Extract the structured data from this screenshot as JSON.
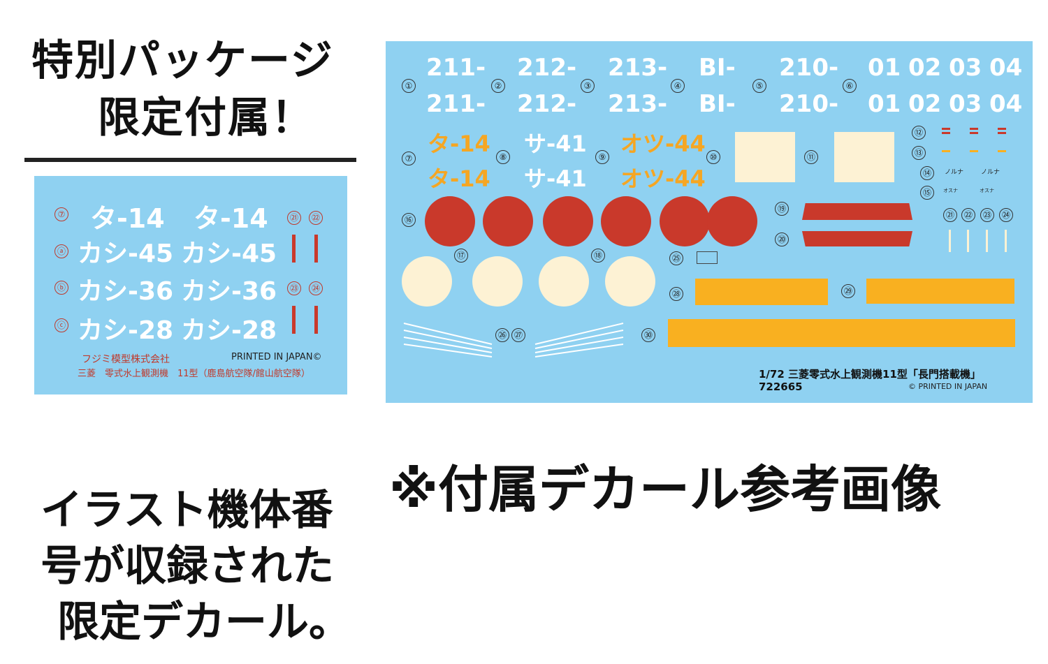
{
  "headline": {
    "line1": "特別パッケージ",
    "line2": "限定付属！"
  },
  "left_caption": {
    "line1": "イラスト機体番",
    "line2": "号が収録された",
    "line3": "限定デカール。"
  },
  "reference_note": "※付属デカール参考画像",
  "small_sheet": {
    "markers": {
      "m7": "⑦",
      "ma": "ⓐ",
      "mb": "ⓑ",
      "mc": "ⓒ",
      "m21": "㉑",
      "m22": "㉒",
      "m23": "㉓",
      "m24": "㉔"
    },
    "rows": [
      {
        "left": "タ-14",
        "right": "タ-14"
      },
      {
        "left": "カシ-45",
        "right": "カシ-45"
      },
      {
        "left": "カシ-36",
        "right": "カシ-36"
      },
      {
        "left": "カシ-28",
        "right": "カシ-28"
      }
    ],
    "maker": "フジミ模型株式会社",
    "printed": "PRINTED IN JAPAN©",
    "product": "三菱　零式水上観測機　11型（鹿島航空隊/館山航空隊）"
  },
  "big_sheet": {
    "markers": {
      "m1": "①",
      "m2": "②",
      "m3": "③",
      "m4": "④",
      "m5": "⑤",
      "m6": "⑥",
      "m7": "⑦",
      "m8": "⑧",
      "m9": "⑨",
      "m10": "⑩",
      "m11": "⑪",
      "m12": "⑫",
      "m13": "⑬",
      "m14": "⑭",
      "m15": "⑮",
      "m16": "⑯",
      "m17": "⑰",
      "m18": "⑱",
      "m19": "⑲",
      "m20": "⑳",
      "m21": "㉑",
      "m22": "㉒",
      "m23": "㉓",
      "m24": "㉔",
      "m25": "㉕",
      "m26": "㉖",
      "m27": "㉗",
      "m28": "㉘",
      "m29": "㉙",
      "m30": "㉚"
    },
    "codes": [
      "211-",
      "212-",
      "213-",
      "BI-",
      "210-"
    ],
    "numbers": [
      "01",
      "02",
      "03",
      "04"
    ],
    "yellow": [
      "タ-14",
      "オツ-44"
    ],
    "white_code": "サ-41",
    "tiny1": "ノルナ",
    "tiny2": "オスナ",
    "title": "1/72 三菱零式水上観測機11型「長門搭載機」",
    "code": "722665",
    "printed": "© PRINTED IN JAPAN"
  },
  "colors": {
    "sheet_blue": "#8fd1f1",
    "red": "#c9392b",
    "cream": "#fdf2d4",
    "orange": "#f9b020"
  }
}
